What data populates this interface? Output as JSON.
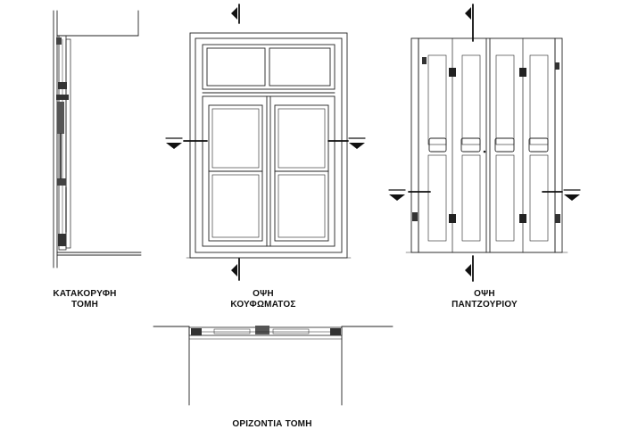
{
  "labels": {
    "vertical_section": [
      "ΚΑΤΑΚΟΡΥΦΗ",
      "ΤΟΜΗ"
    ],
    "frame_elevation": [
      "ΟΨΗ",
      "ΚΟΥΦΩΜΑΤΟΣ"
    ],
    "shutter_elevation": [
      "ΟΨΗ",
      "ΠΑΝΤΖΟΥΡΙΟΥ"
    ],
    "horizontal_section": "ΟΡΙΖΟΝΤΙΑ ΤΟΜΗ"
  },
  "colors": {
    "line": "#222222",
    "marker": "#111111",
    "background": "#ffffff"
  }
}
